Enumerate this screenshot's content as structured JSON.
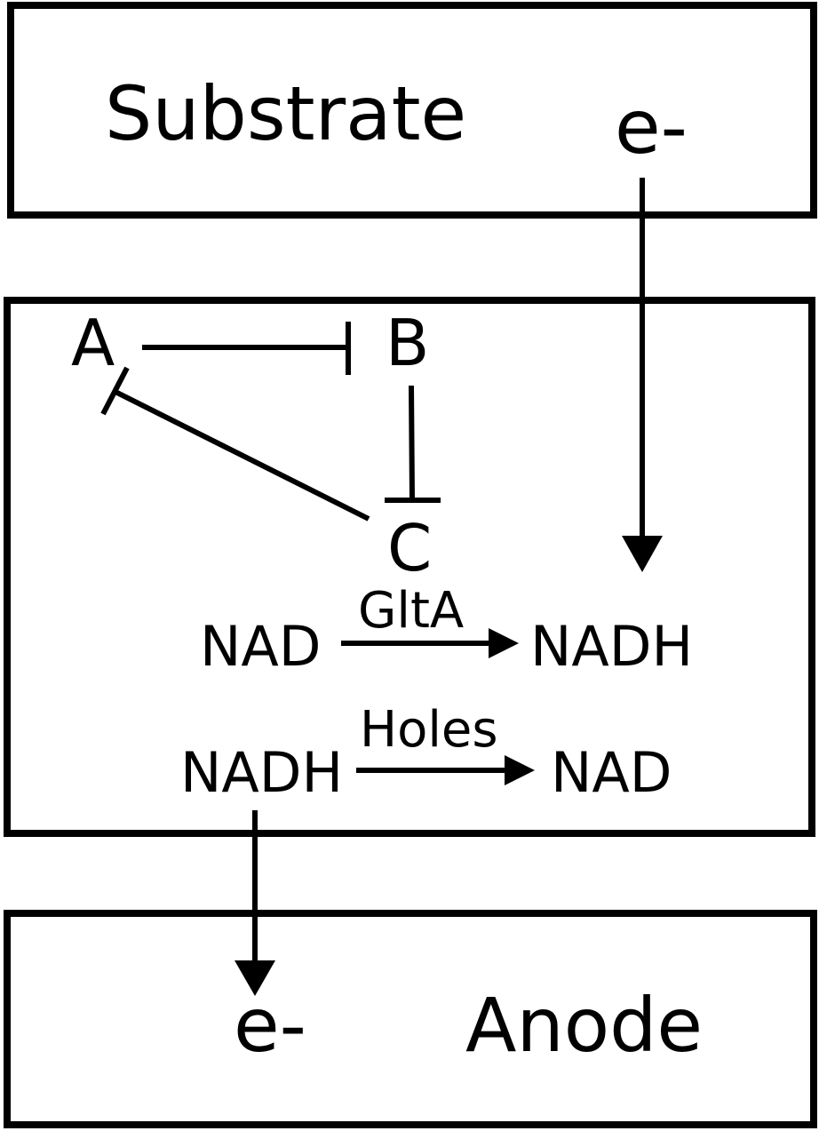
{
  "boxes": {
    "substrate": {
      "label": "Substrate",
      "electron": "e-"
    },
    "cell": {
      "nodes": {
        "a": "A",
        "b": "B",
        "c": "C"
      },
      "reaction1": {
        "reactant": "NAD",
        "enzyme": "GltA",
        "product": "NADH"
      },
      "reaction2": {
        "reactant": "NADH",
        "enzyme": "Holes",
        "product": "NAD"
      }
    },
    "anode": {
      "label": "Anode",
      "electron": "e-"
    }
  }
}
